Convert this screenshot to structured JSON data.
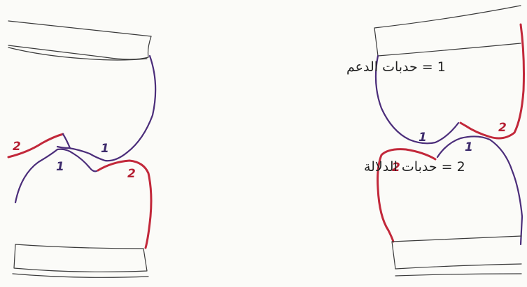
{
  "legend": {
    "line1": "1 = حدبات الدعم",
    "line2": "2 = حدبات الدلالة"
  },
  "labels": {
    "support": "1",
    "guiding": "2"
  },
  "colors": {
    "background": "#fbfbf8",
    "pencil": "#3a3a3a",
    "support_cusp": "#4b2d7a",
    "guiding_cusp": "#c2283a",
    "label_purple": "#3c2a6b",
    "label_red": "#b51f33"
  }
}
